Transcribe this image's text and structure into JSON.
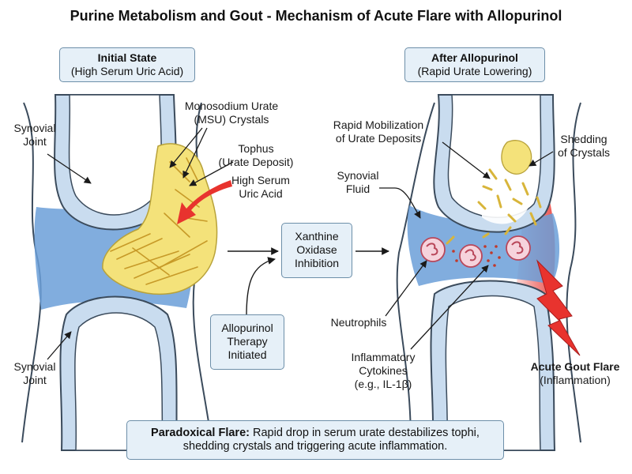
{
  "title": "Purine Metabolism and Gout - Mechanism of Acute Flare with Allopurinol",
  "left_header": {
    "title": "Initial State",
    "subtitle": "(High Serum Uric Acid)"
  },
  "right_header": {
    "title": "After Allopurinol",
    "subtitle": "(Rapid Urate Lowering)"
  },
  "labels": {
    "synovial_joint_top": [
      "Synovial",
      "Joint"
    ],
    "synovial_joint_bottom": [
      "Synovial",
      "Joint"
    ],
    "msu_crystals": [
      "Monosodium Urate",
      "(MSU) Crystals"
    ],
    "tophus": [
      "Tophus",
      "(Urate Deposit)"
    ],
    "high_serum": [
      "High Serum",
      "Uric Acid"
    ],
    "rapid_mobilization": [
      "Rapid Mobilization",
      "of Urate Deposits"
    ],
    "shedding": [
      "Shedding",
      "of Crystals"
    ],
    "synovial_fluid": [
      "Synovial",
      "Fluid"
    ],
    "neutrophils": "Neutrophils",
    "cytokines": [
      "Inflammatory",
      "Cytokines",
      "(e.g., IL-1β)"
    ],
    "gout_flare_title": "Acute Gout Flare",
    "gout_flare_sub": "(Inflammation)"
  },
  "xanthine_box": [
    "Xanthine",
    "Oxidase",
    "Inhibition"
  ],
  "allopurinol_box": [
    "Allopurinol",
    "Therapy",
    "Initiated"
  ],
  "footer": {
    "bold": "Paradoxical Flare:",
    "line1": " Rapid drop in serum urate destabilizes tophi,",
    "line2": "shedding crystals and triggering acute inflammation."
  },
  "colors": {
    "bone_outline": "#3b4b5c",
    "cartilage": "#c9dcef",
    "synovial_fluid": "#6b9fd8",
    "crystal_yellow": "#f4e27a",
    "inflammation_red": "#e8332e",
    "box_fill": "#e6f0f8"
  }
}
